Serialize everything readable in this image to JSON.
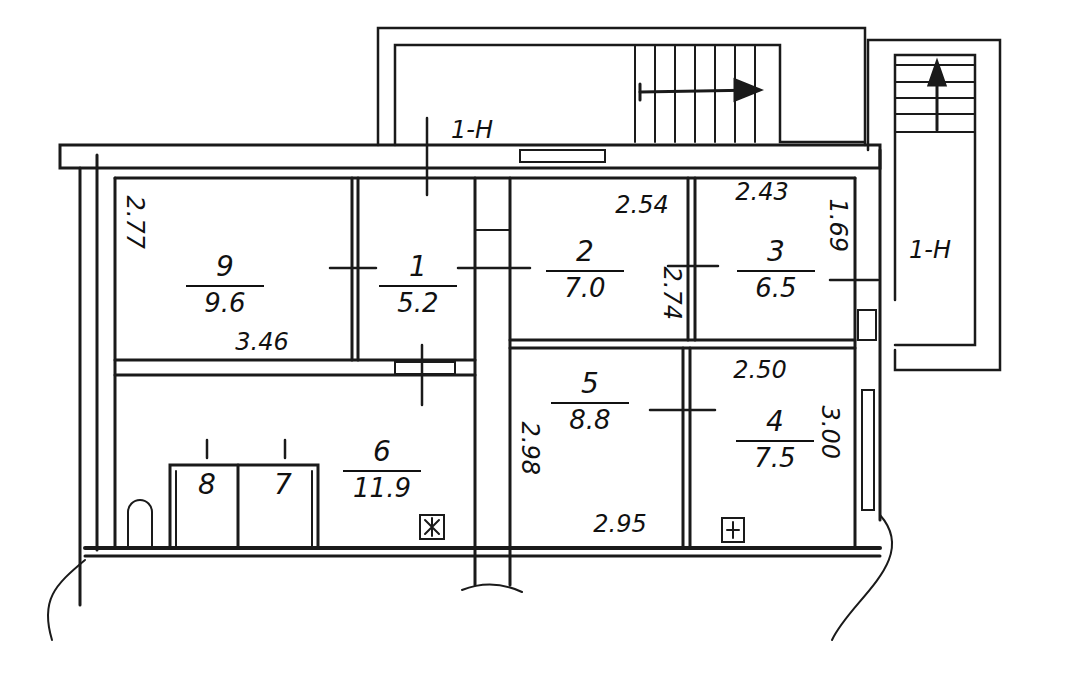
{
  "diagram": {
    "nodes": [
      {
        "text": [
          "9",
          "9.6"
        ]
      },
      {
        "text": [
          "1",
          "5.2"
        ]
      },
      {
        "text": [
          "2",
          "7.0"
        ]
      },
      {
        "text": [
          "3",
          "6.5"
        ]
      },
      {
        "text": [
          "6",
          "11.9"
        ]
      },
      {
        "text": [
          "8"
        ],
        "in": 4
      },
      {
        "text": [
          "7"
        ],
        "in": 4
      },
      {
        "text": [
          "5",
          "8.8"
        ]
      },
      {
        "text": [
          "4",
          "7.5"
        ]
      }
    ],
    "labels": [
      "1-Н",
      "1-Н",
      "2.77",
      "3.46",
      "2.54",
      "2.43",
      "1.69",
      "2.74",
      "2.50",
      "3.00",
      "2.98",
      "2.95"
    ]
  }
}
